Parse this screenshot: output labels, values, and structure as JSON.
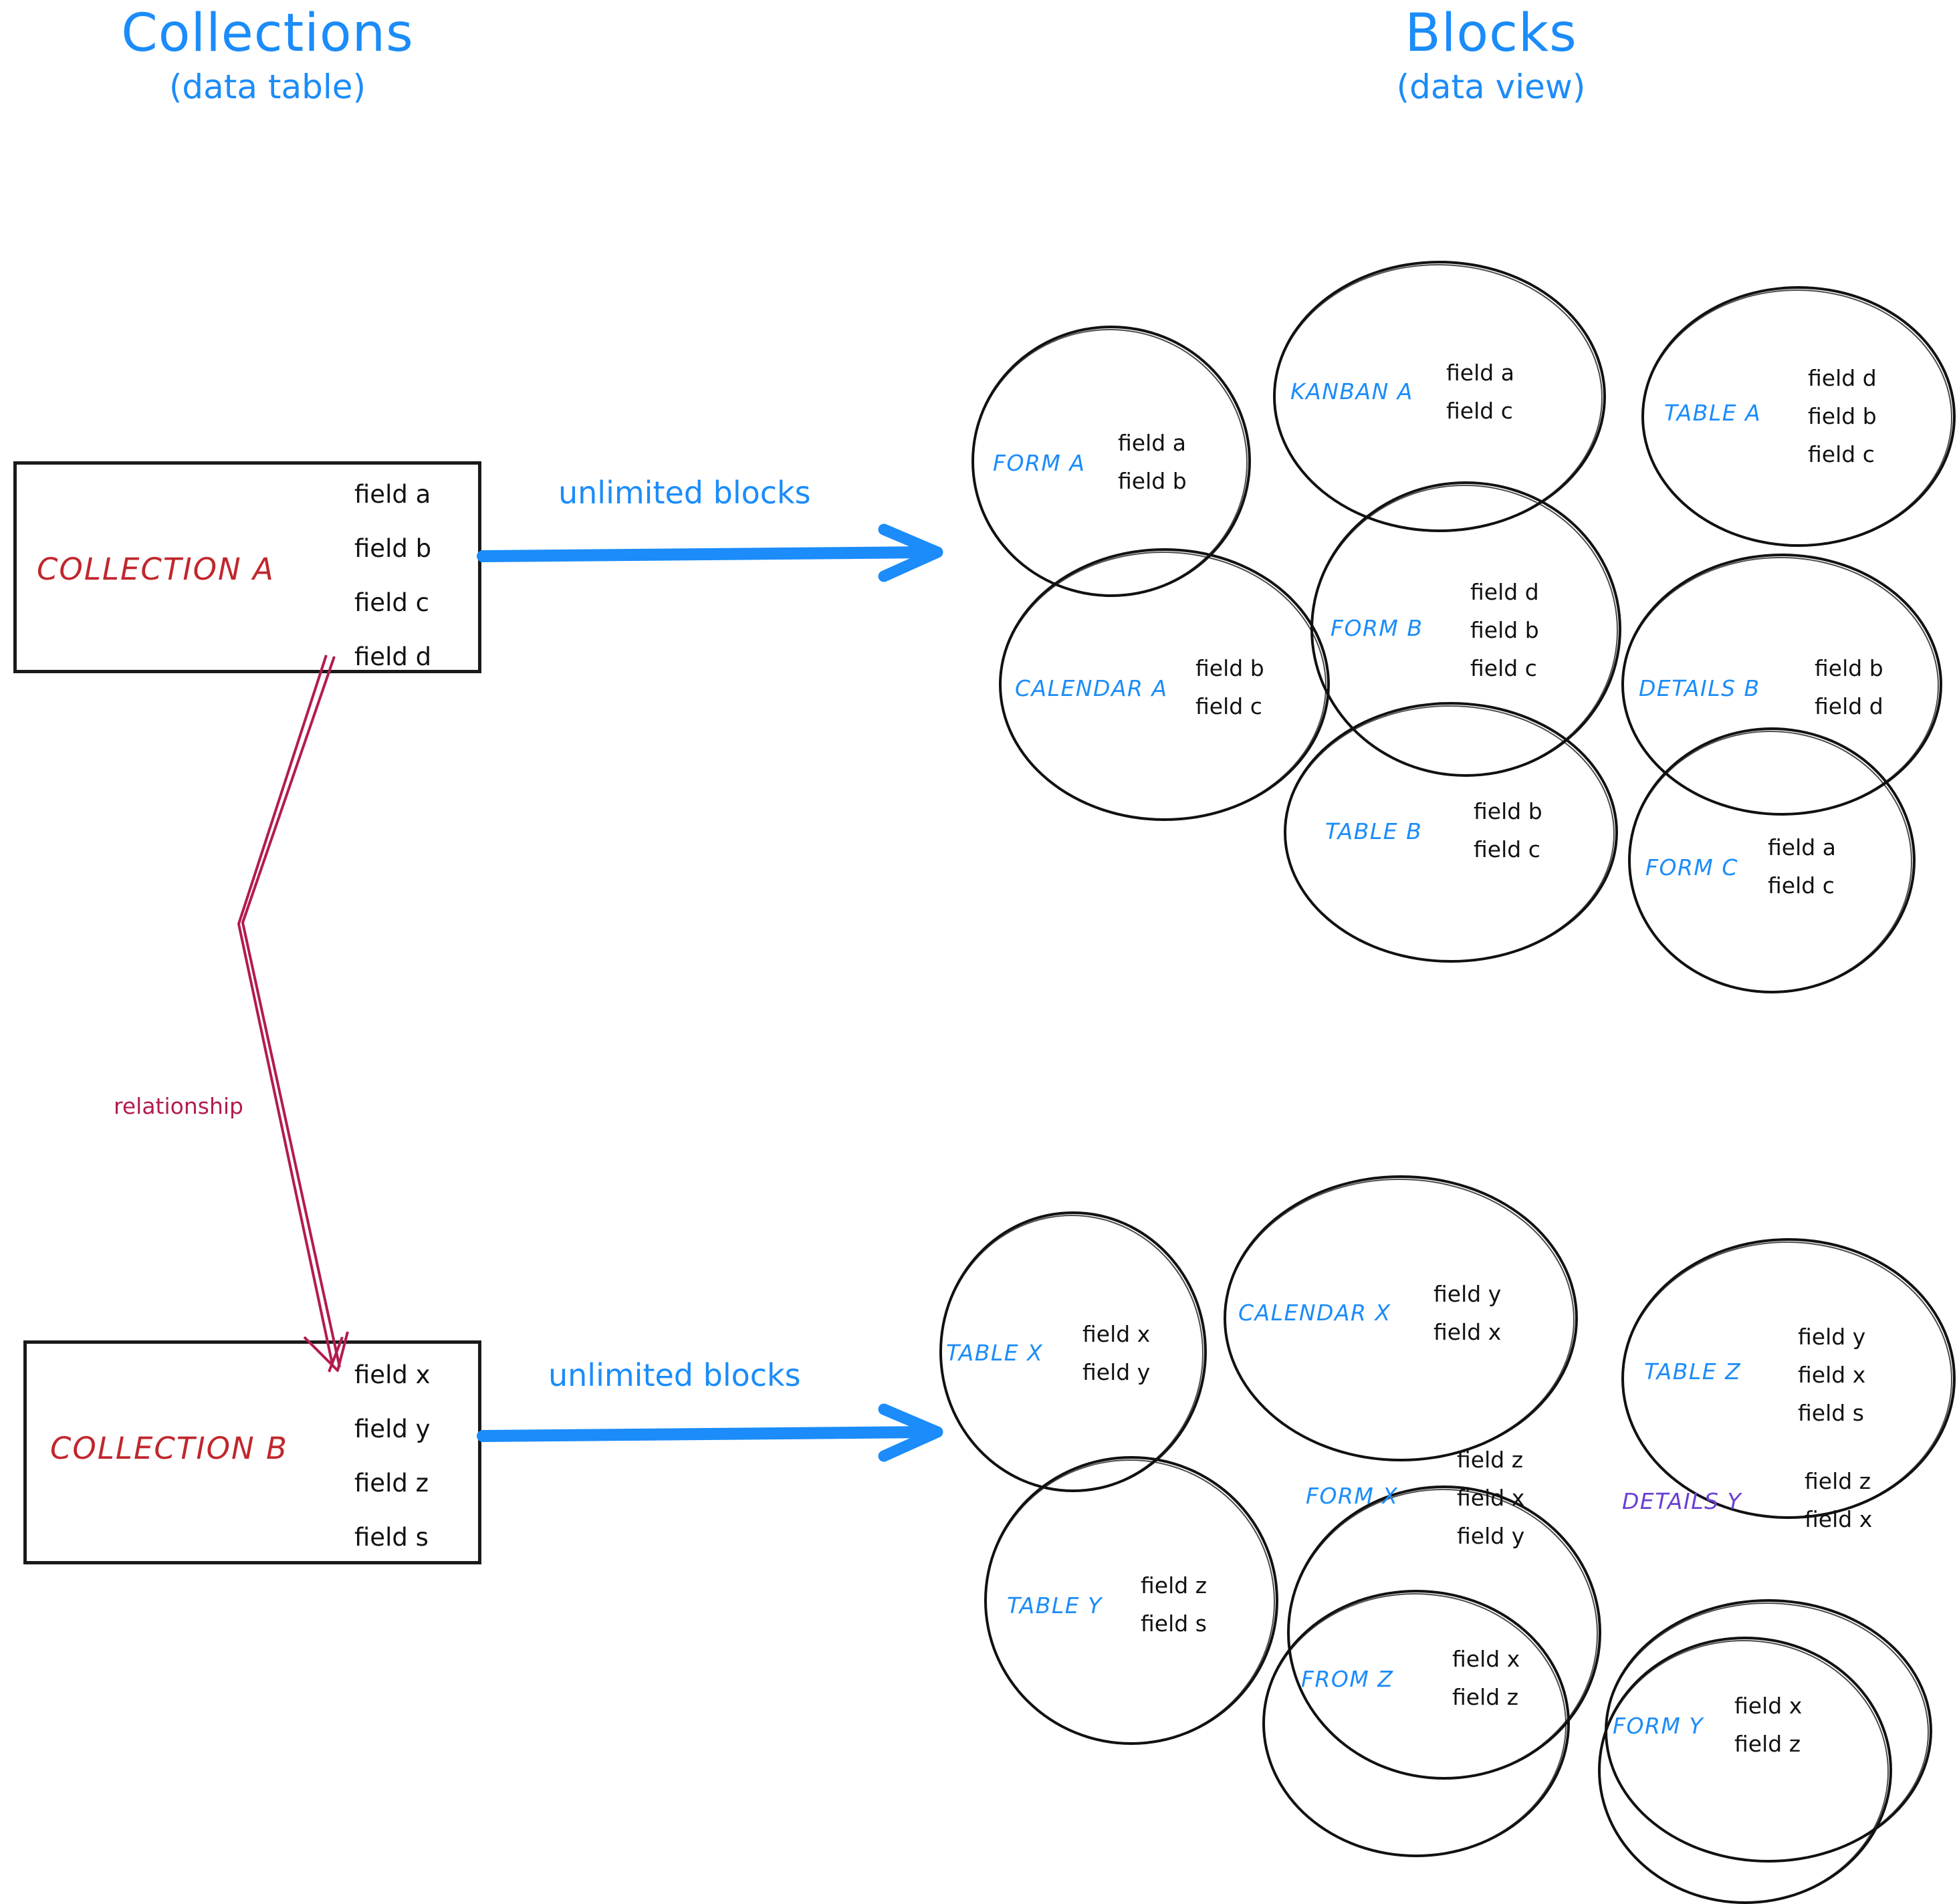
{
  "colors": {
    "accent_blue": "#1b8cf9",
    "collection_red": "#c0272d",
    "relationship_crimson": "#b31b50",
    "details_purple": "#6a3fd4",
    "ink_black": "#111111"
  },
  "headings": {
    "left": {
      "title": "Collections",
      "subtitle": "(data table)"
    },
    "right": {
      "title": "Blocks",
      "subtitle": "(data view)"
    }
  },
  "collections": [
    {
      "name": "COLLECTION A",
      "fields": [
        "field a",
        "field b",
        "field c",
        "field d"
      ],
      "arrow_label": "unlimited blocks"
    },
    {
      "name": "COLLECTION B",
      "fields": [
        "field x",
        "field y",
        "field z",
        "field s"
      ],
      "arrow_label": "unlimited blocks"
    }
  ],
  "relationship": {
    "label": "relationship"
  },
  "block_groups": [
    {
      "source": "COLLECTION A",
      "blocks": [
        {
          "name": "FORM A",
          "fields": [
            "field a",
            "field b"
          ]
        },
        {
          "name": "KANBAN A",
          "fields": [
            "field a",
            "field c"
          ]
        },
        {
          "name": "TABLE A",
          "fields": [
            "field d",
            "field b",
            "field c"
          ]
        },
        {
          "name": "CALENDAR A",
          "fields": [
            "field b",
            "field c"
          ]
        },
        {
          "name": "FORM B",
          "fields": [
            "field d",
            "field b",
            "field c"
          ]
        },
        {
          "name": "DETAILS B",
          "fields": [
            "field b",
            "field d"
          ]
        },
        {
          "name": "TABLE B",
          "fields": [
            "field b",
            "field c"
          ]
        },
        {
          "name": "FORM C",
          "fields": [
            "field a",
            "field c"
          ]
        }
      ]
    },
    {
      "source": "COLLECTION B",
      "blocks": [
        {
          "name": "TABLE X",
          "fields": [
            "field x",
            "field y"
          ]
        },
        {
          "name": "CALENDAR X",
          "fields": [
            "field y",
            "field x"
          ]
        },
        {
          "name": "TABLE Z",
          "fields": [
            "field y",
            "field x",
            "field s"
          ]
        },
        {
          "name": "TABLE Y",
          "fields": [
            "field z",
            "field s"
          ]
        },
        {
          "name": "FORM X",
          "fields": [
            "field z",
            "field x",
            "field y"
          ]
        },
        {
          "name": "DETAILS Y",
          "fields": [
            "field z",
            "field x"
          ]
        },
        {
          "name": "FROM Z",
          "fields": [
            "field x",
            "field z"
          ]
        },
        {
          "name": "FORM Y",
          "fields": [
            "field x",
            "field z"
          ]
        }
      ]
    }
  ]
}
